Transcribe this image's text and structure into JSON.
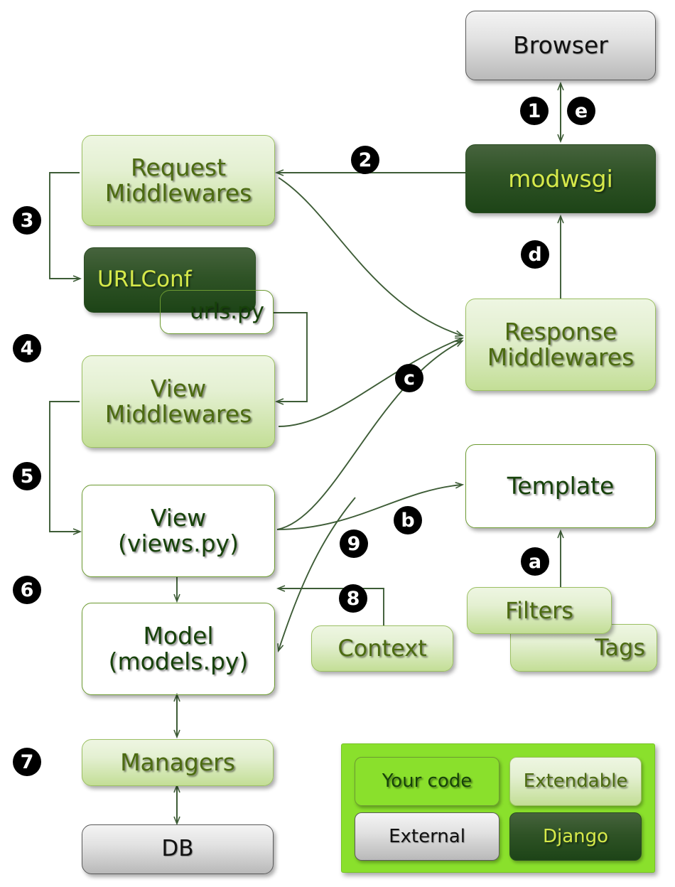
{
  "diagram": {
    "title": "Django request/response flow",
    "colors": {
      "dark_green": "#1d4417",
      "mid_green": "#6da52c",
      "light_green": "#c3de96",
      "legend_bg": "#8ae02c",
      "grey": "#b9b9b9",
      "arrow": "#3d5c36",
      "badge_bg": "#000000"
    }
  },
  "nodes": {
    "browser": {
      "label": "Browser",
      "kind": "External"
    },
    "modwsgi": {
      "label": "modwsgi",
      "kind": "Django"
    },
    "request_middlewares": {
      "label": "Request\nMiddlewares",
      "line1": "Request",
      "line2": "Middlewares",
      "kind": "Extendable"
    },
    "urlconf": {
      "label": "URLConf",
      "kind": "Django"
    },
    "urlspy": {
      "label": "urls.py",
      "kind": "Your code"
    },
    "view_middlewares": {
      "label": "View\nMiddlewares",
      "line1": "View",
      "line2": "Middlewares",
      "kind": "Extendable"
    },
    "view": {
      "label": "View\n(views.py)",
      "line1": "View",
      "line2": "(views.py)",
      "kind": "Your code"
    },
    "model": {
      "label": "Model\n(models.py)",
      "line1": "Model",
      "line2": "(models.py)",
      "kind": "Your code"
    },
    "managers": {
      "label": "Managers",
      "kind": "Extendable"
    },
    "db": {
      "label": "DB",
      "kind": "External"
    },
    "response_middlewares": {
      "label": "Response\nMiddlewares",
      "line1": "Response",
      "line2": "Middlewares",
      "kind": "Extendable"
    },
    "template": {
      "label": "Template",
      "kind": "Your code"
    },
    "filters": {
      "label": "Filters",
      "kind": "Extendable"
    },
    "tags": {
      "label": "Tags",
      "kind": "Extendable"
    },
    "context": {
      "label": "Context",
      "kind": "Extendable"
    }
  },
  "badges": [
    {
      "id": "b1",
      "text": "1"
    },
    {
      "id": "b2",
      "text": "2"
    },
    {
      "id": "b3",
      "text": "3"
    },
    {
      "id": "b4",
      "text": "4"
    },
    {
      "id": "b5",
      "text": "5"
    },
    {
      "id": "b6",
      "text": "6"
    },
    {
      "id": "b7",
      "text": "7"
    },
    {
      "id": "b8",
      "text": "8"
    },
    {
      "id": "b9",
      "text": "9"
    },
    {
      "id": "ba",
      "text": "a"
    },
    {
      "id": "bb",
      "text": "b"
    },
    {
      "id": "bc",
      "text": "c"
    },
    {
      "id": "bd",
      "text": "d"
    },
    {
      "id": "be",
      "text": "e"
    }
  ],
  "legend": {
    "items": [
      {
        "label": "Your code",
        "kind": "mid"
      },
      {
        "label": "Extendable",
        "kind": "light"
      },
      {
        "label": "External",
        "kind": "grey"
      },
      {
        "label": "Django",
        "kind": "dark"
      }
    ]
  }
}
